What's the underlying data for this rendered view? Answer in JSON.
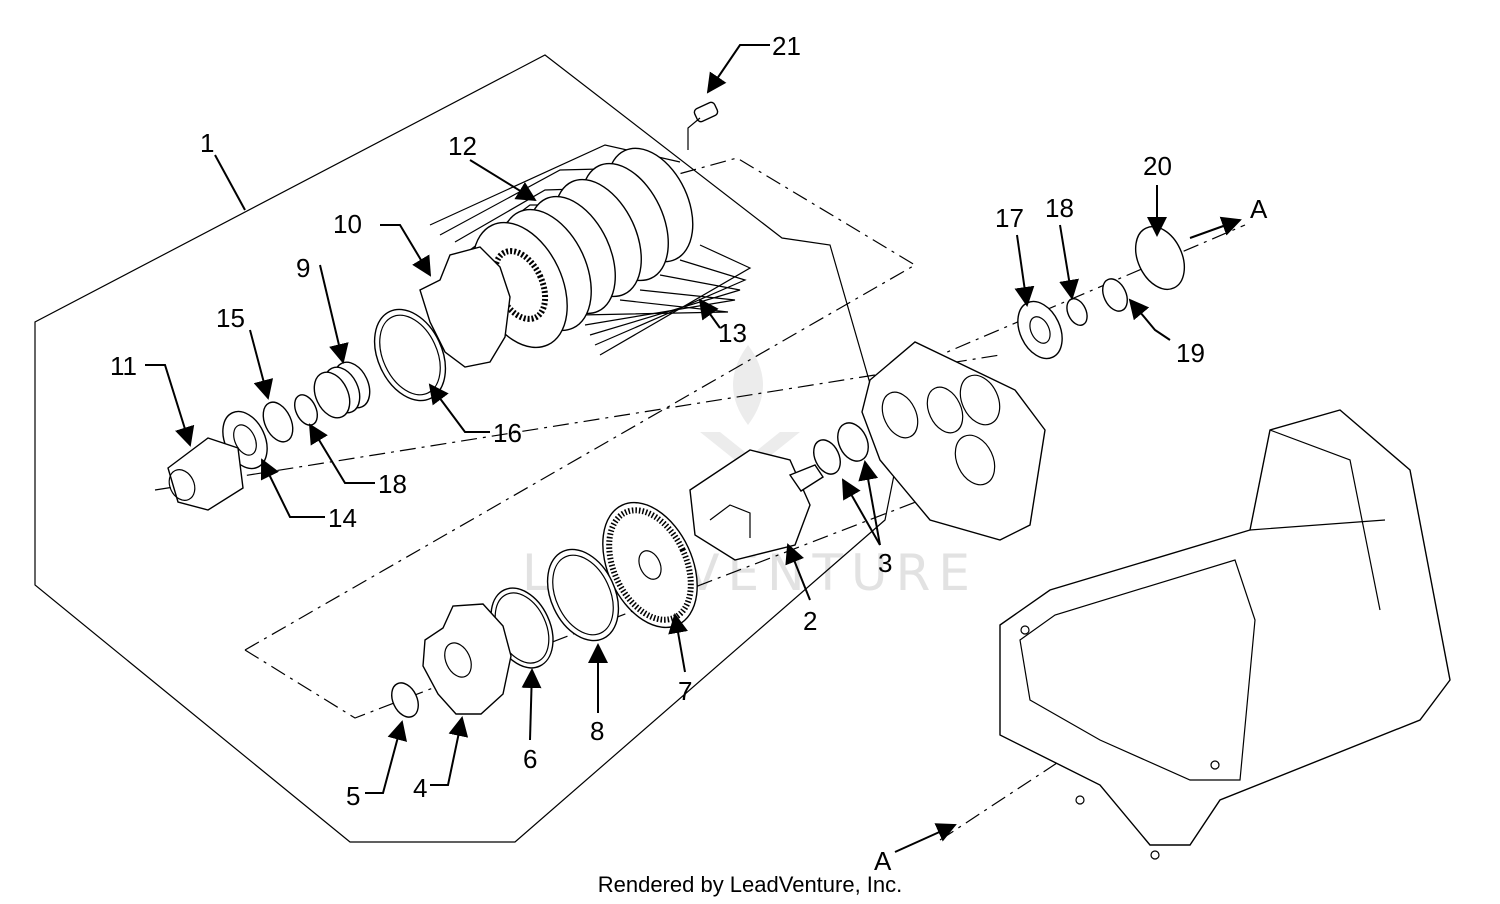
{
  "watermark": "LEADVENTURE",
  "footer": "Rendered by LeadVenture, Inc.",
  "callouts": {
    "c1": "1",
    "c2": "2",
    "c3": "3",
    "c4": "4",
    "c5": "5",
    "c6": "6",
    "c7": "7",
    "c8": "8",
    "c9": "9",
    "c10": "10",
    "c11": "11",
    "c12": "12",
    "c13": "13",
    "c14": "14",
    "c15": "15",
    "c16": "16",
    "c17": "17",
    "c18a": "18",
    "c18b": "18",
    "c19": "19",
    "c20": "20",
    "c21": "21",
    "a_top": "A",
    "a_bottom": "A"
  }
}
